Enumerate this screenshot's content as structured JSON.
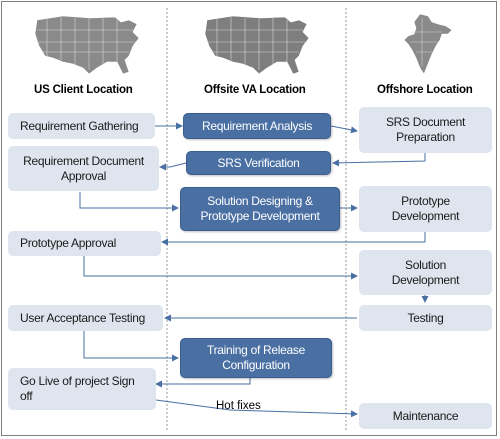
{
  "columns": {
    "us": "US Client Location",
    "offsite": "Offsite VA Location",
    "offshore": "Offshore Location"
  },
  "maps": {
    "us_map_icon": "usa-map-icon",
    "india_map_icon": "india-map-icon"
  },
  "boxes": {
    "req_gathering": "Requirement Gathering",
    "req_analysis": "Requirement Analysis",
    "srs_doc_prep": "SRS Document\nPreparation",
    "req_doc_approval": "Requirement Document\nApproval",
    "srs_verification": "SRS Verification",
    "solution_designing": "Solution Designing &\nPrototype Development",
    "prototype_dev": "Prototype\nDevelopment",
    "prototype_approval": "Prototype Approval",
    "solution_dev": "Solution\nDevelopment",
    "uat": "User Acceptance Testing",
    "testing": "Testing",
    "training": "Training  of Release\nConfiguration",
    "go_live": "Go Live of project Sign\noff",
    "maintenance": "Maintenance"
  },
  "annotations": {
    "hot_fixes": "Hot fixes"
  },
  "colors": {
    "light_box": "#dfe5ef",
    "dark_box": "#4a6fa3",
    "connector": "#4a6fa3",
    "divider": "#9a9a9a",
    "map_fill": "#8a8a8a"
  }
}
